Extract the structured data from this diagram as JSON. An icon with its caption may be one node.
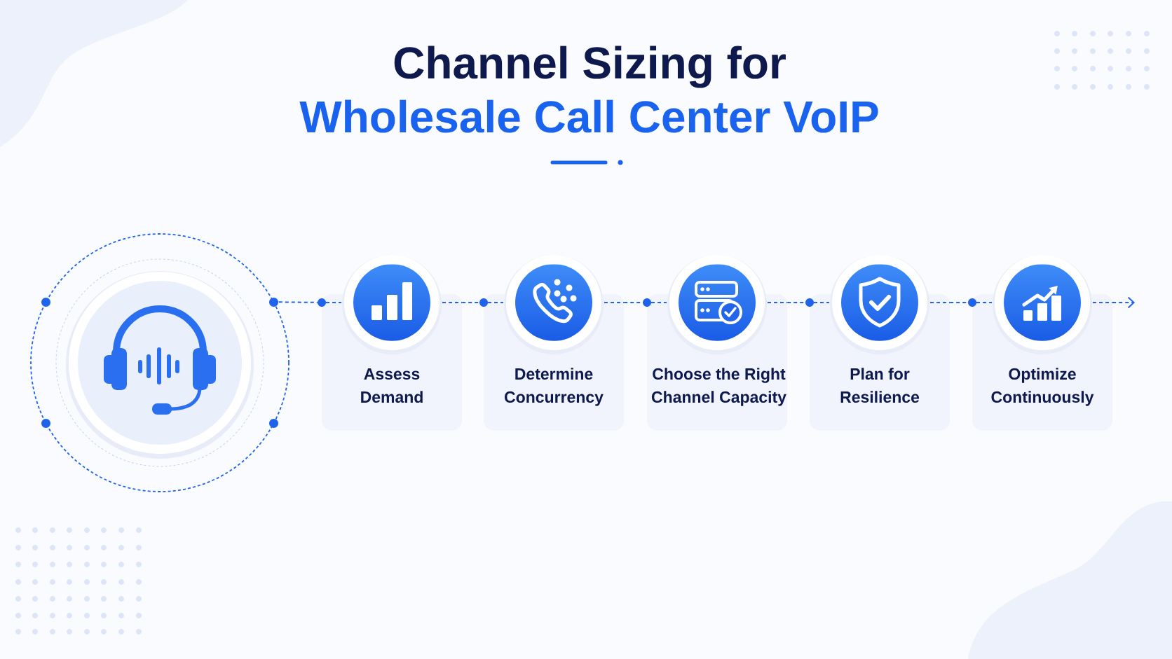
{
  "diagram": {
    "title": "Channel Sizing for Wholesale Call Center VoIP",
    "nodes": [
      {
        "text": [],
        "shape": "circle"
      },
      {
        "text": [
          "Assess Demand"
        ]
      },
      {
        "text": [
          "Determine Concurrency"
        ]
      },
      {
        "text": [
          "Choose the Right Channel Capacity"
        ]
      },
      {
        "text": [
          "Plan for Resilience"
        ]
      },
      {
        "text": [
          "Optimize Continuously"
        ]
      }
    ],
    "edges": [
      {
        "from": 0,
        "to": 1,
        "arrow": "none",
        "style": "dashed"
      },
      {
        "from": 1,
        "to": 2,
        "arrow": "none",
        "style": "dashed"
      },
      {
        "from": 2,
        "to": 3,
        "arrow": "none",
        "style": "dashed"
      },
      {
        "from": 3,
        "to": 4,
        "arrow": "none",
        "style": "dashed"
      },
      {
        "from": 4,
        "to": 5,
        "arrow": "none",
        "style": "dashed"
      },
      {
        "from": 5,
        "to": null,
        "arrow": "to",
        "style": "dashed"
      }
    ]
  }
}
